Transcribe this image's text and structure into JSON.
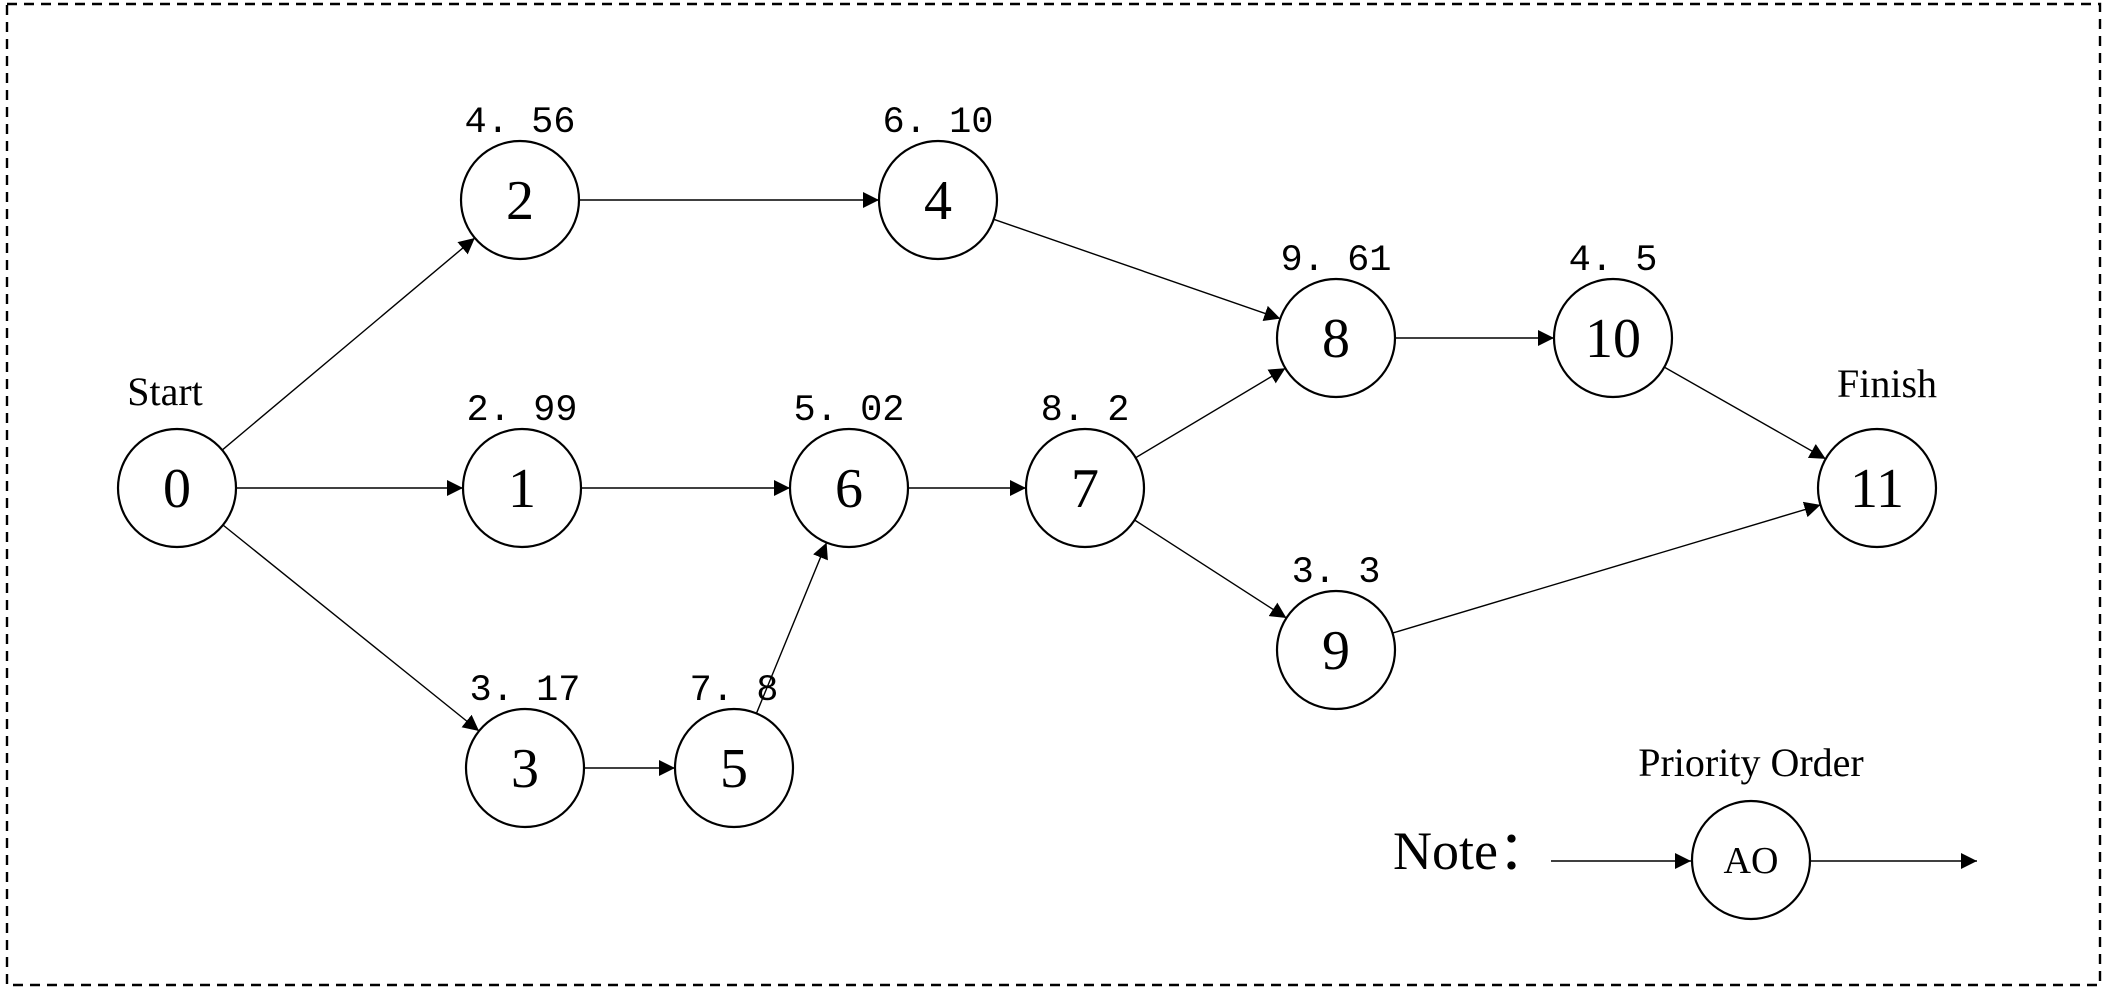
{
  "diagram": {
    "nodes": [
      {
        "id": "0",
        "priority": ""
      },
      {
        "id": "1",
        "priority": "2. 99"
      },
      {
        "id": "2",
        "priority": "4. 56"
      },
      {
        "id": "3",
        "priority": "3. 17"
      },
      {
        "id": "4",
        "priority": "6. 10"
      },
      {
        "id": "5",
        "priority": "7. 8"
      },
      {
        "id": "6",
        "priority": "5. 02"
      },
      {
        "id": "7",
        "priority": "8. 2"
      },
      {
        "id": "8",
        "priority": "9. 61"
      },
      {
        "id": "9",
        "priority": "3. 3"
      },
      {
        "id": "10",
        "priority": "4. 5"
      },
      {
        "id": "11",
        "priority": ""
      }
    ],
    "edges": [
      {
        "from": "0",
        "to": "2"
      },
      {
        "from": "0",
        "to": "1"
      },
      {
        "from": "0",
        "to": "3"
      },
      {
        "from": "2",
        "to": "4"
      },
      {
        "from": "1",
        "to": "6"
      },
      {
        "from": "3",
        "to": "5"
      },
      {
        "from": "5",
        "to": "6"
      },
      {
        "from": "6",
        "to": "7"
      },
      {
        "from": "4",
        "to": "8"
      },
      {
        "from": "7",
        "to": "8"
      },
      {
        "from": "7",
        "to": "9"
      },
      {
        "from": "8",
        "to": "10"
      },
      {
        "from": "10",
        "to": "11"
      },
      {
        "from": "9",
        "to": "11"
      }
    ],
    "start_label": "Start",
    "finish_label": "Finish",
    "note": {
      "label": "Note：",
      "caption": "Priority Order",
      "node_text": "AO"
    }
  }
}
